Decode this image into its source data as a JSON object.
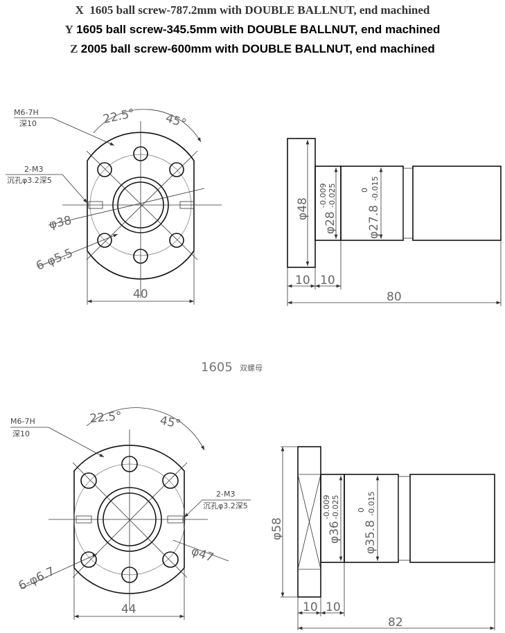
{
  "header": {
    "line_x": {
      "axis": "X",
      "text": "1605 ball screw-787.2mm with DOUBLE BALLNUT, end machined"
    },
    "line_y": {
      "axis": "Y",
      "text": "1605 ball screw-345.5mm with DOUBLE BALLNUT, end machined"
    },
    "line_z": {
      "axis": "Z",
      "text": "2005 ball screw-600mm with DOUBLE BALLNUT, end machined"
    }
  },
  "drawing1": {
    "thread_label": "M6-7H",
    "thread_depth": "深10",
    "angle_small": "22.5°",
    "angle_large": "45°",
    "m3_label": "2-M3",
    "m3_detail": "沉孔φ3.2深5",
    "pcd": "φ38",
    "holes": "6-φ5.5",
    "width": "40",
    "flange_dia": "φ48",
    "d1": "φ28",
    "d1_tol_upper": "-0.009",
    "d1_tol_lower": "-0.025",
    "d2": "φ27.8",
    "d2_tol_upper": "0",
    "d2_tol_lower": "-0.015",
    "len_a": "10",
    "len_b": "10",
    "len_total": "80"
  },
  "middle_caption": {
    "model": "1605",
    "suffix": "双螺母"
  },
  "drawing2": {
    "thread_label": "M6-7H",
    "thread_depth": "深10",
    "angle_small": "22.5°",
    "angle_large": "45°",
    "m3_label": "2-M3",
    "m3_detail": "沉孔φ3.2深5",
    "pcd": "φ47",
    "holes": "6-φ6.7",
    "width": "44",
    "flange_dia": "φ58",
    "d1": "φ36",
    "d1_tol_upper": "-0.009",
    "d1_tol_lower": "-0.025",
    "d2": "φ35.8",
    "d2_tol_upper": "0",
    "d2_tol_lower": "-0.015",
    "len_a": "10",
    "len_b": "10",
    "len_total": "82"
  }
}
